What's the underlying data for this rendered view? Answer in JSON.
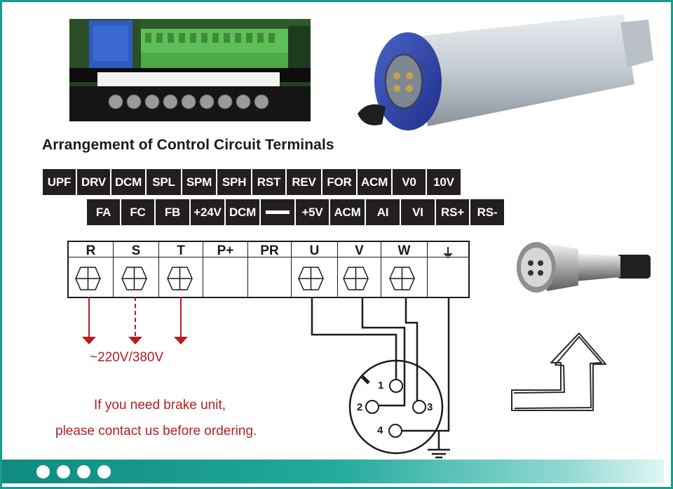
{
  "title": "Arrangement of Control Circuit Terminals",
  "control_terminals_row1": [
    "UPF",
    "DRV",
    "DCM",
    "SPL",
    "SPM",
    "SPH",
    "RST",
    "REV",
    "FOR",
    "ACM",
    "V0",
    "10V"
  ],
  "control_terminals_row2": [
    "FA",
    "FC",
    "FB",
    "+24V",
    "DCM",
    "",
    "+5V",
    "ACM",
    "AI",
    "VI",
    "RS+",
    "RS-"
  ],
  "power_terminals": [
    "R",
    "S",
    "T",
    "P+",
    "PR",
    "U",
    "V",
    "W",
    "⏚"
  ],
  "input_voltage": "~220V/380V",
  "connector_pins": [
    "1",
    "2",
    "3",
    "4"
  ],
  "note_line1": "If you need brake unit,",
  "note_line2": "please contact us before ordering.",
  "colors": {
    "frame": "#179c8f",
    "terminal_fill": "#231f20",
    "accent_red": "#b81c22"
  },
  "icons": [
    "ground-icon",
    "hexagon-screw-icon",
    "up-arrow-sketch-icon"
  ]
}
